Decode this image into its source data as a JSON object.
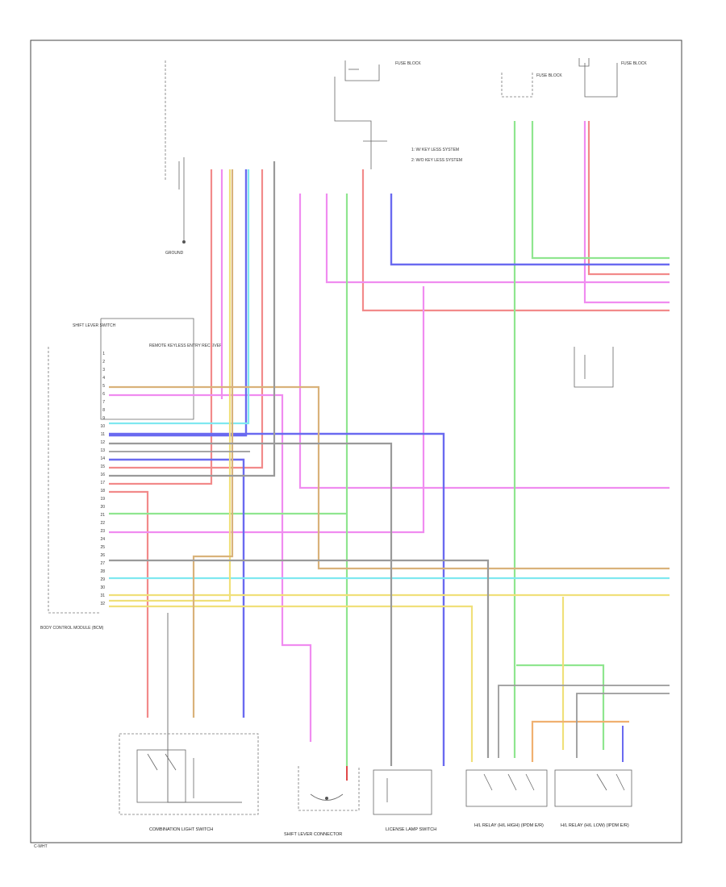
{
  "components": {
    "combination_switch": "COMBINATION LIGHT SWITCH",
    "shift_lever_connector": "SHIFT LEVER CONNECTOR",
    "license_switch": "LICENSE LAMP SWITCH",
    "relay_a": "H/L RELAY (H/L HIGH) (IPDM E/R)",
    "relay_b": "H/L RELAY (H/L LOW) (IPDM E/R)",
    "bcm": "BODY CONTROL MODULE (BCM)",
    "shift_lever": "SHIFT LEVER SWITCH",
    "remote_keyless": "REMOTE KEYLESS ENTRY RECEIVER",
    "fuse_block": "FUSE BLOCK",
    "fuse_left": "FUSE BLOCK",
    "fuse_right": "FUSE BLOCK",
    "ground": "GROUND",
    "top_legend_1": "1: W/ KEY LESS SYSTEM",
    "top_legend_2": "2: W/O KEY LESS SYSTEM"
  },
  "footer_code": "C-WHT",
  "wire_colors": {
    "red": "#f28a8a",
    "pink": "#f08cf0",
    "green": "#8fe68f",
    "blue": "#6a6af0",
    "cyan": "#7fe8f0",
    "yellow": "#f0e07a",
    "tan": "#d9b27a",
    "gray": "#9a9a9a",
    "orange": "#f0b070",
    "black": "#555555"
  },
  "bcm_pins": [
    "1",
    "2",
    "3",
    "4",
    "5",
    "6",
    "7",
    "8",
    "9",
    "10",
    "11",
    "12",
    "13",
    "14",
    "15",
    "16",
    "17",
    "18",
    "19",
    "20",
    "21",
    "22",
    "23",
    "24",
    "25",
    "26",
    "27",
    "28",
    "29",
    "30",
    "31",
    "32"
  ]
}
